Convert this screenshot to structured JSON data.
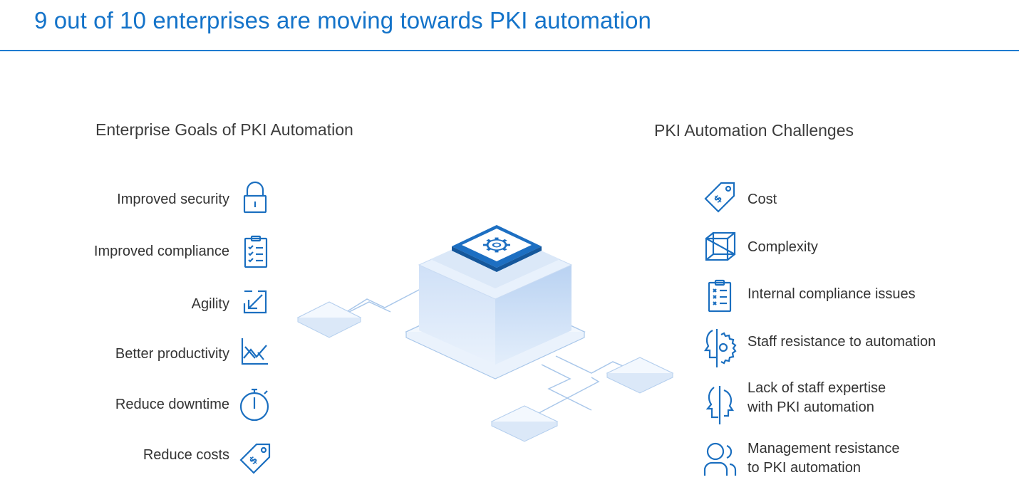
{
  "title": "9 out of 10 enterprises are moving towards PKI automation",
  "goals": {
    "heading": "Enterprise Goals of PKI Automation",
    "items": [
      {
        "label": "Improved security",
        "icon": "padlock-icon"
      },
      {
        "label": "Improved compliance",
        "icon": "clipboard-checklist-icon"
      },
      {
        "label": "Agility",
        "icon": "arrow-square-icon"
      },
      {
        "label": "Better productivity",
        "icon": "trend-chart-icon"
      },
      {
        "label": "Reduce downtime",
        "icon": "stopwatch-icon"
      },
      {
        "label": "Reduce costs",
        "icon": "price-tag-icon"
      }
    ]
  },
  "challenges": {
    "heading": "PKI Automation Challenges",
    "items": [
      {
        "label": "Cost",
        "icon": "price-tag-icon"
      },
      {
        "label": "Complexity",
        "icon": "cube-wireframe-icon"
      },
      {
        "label": "Internal compliance issues",
        "icon": "clipboard-x-list-icon"
      },
      {
        "label": "Staff resistance to automation",
        "icon": "head-gear-icon"
      },
      {
        "line1": "Lack of staff expertise",
        "line2": "with PKI automation",
        "icon": "head-profile-icon"
      },
      {
        "line1": "Management resistance",
        "line2": "to PKI automation",
        "icon": "people-icon"
      }
    ]
  },
  "colors": {
    "title": "#1473c9",
    "rule": "#1e7bd0",
    "icon": "#1b6fc0",
    "platform": "#dde9fa",
    "platform_stroke": "#b9d1ef"
  }
}
